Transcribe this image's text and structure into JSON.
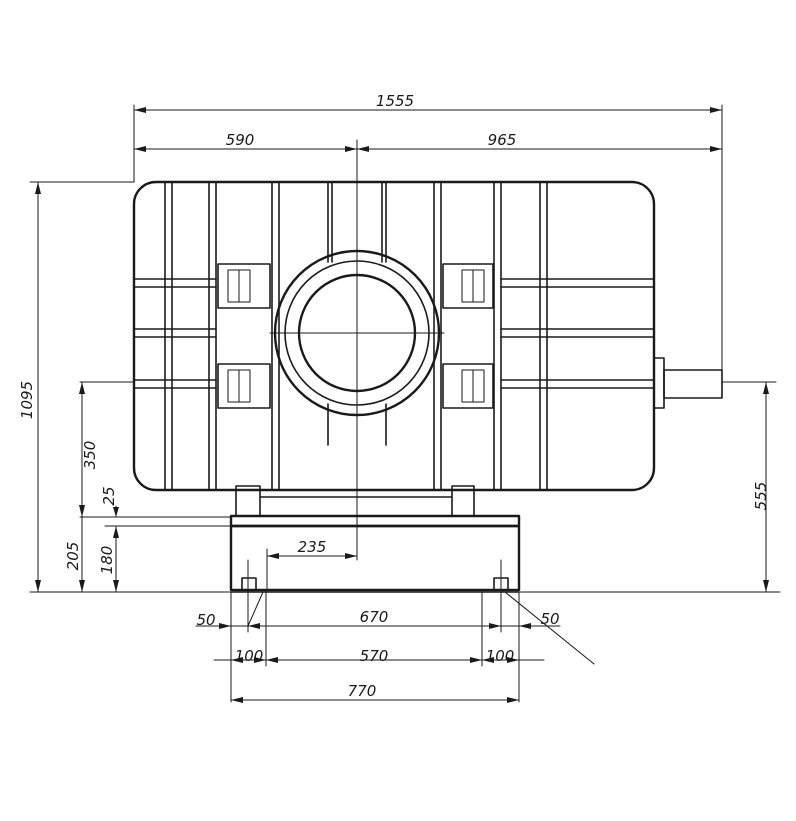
{
  "drawing": {
    "colors": {
      "ink": "#1a1a1a",
      "paper": "#ffffff"
    },
    "dimensions": {
      "overall_length": "1555",
      "left_to_center": "590",
      "center_to_right": "965",
      "overall_height": "1095",
      "shaft_height": "350",
      "base_to_center": "555",
      "foot_gap": "25",
      "base_height_total": "205",
      "base_height": "180",
      "bolt_to_center": "235",
      "edge_left": "50",
      "edge_right": "50",
      "bolt_spacing": "670",
      "pad_left": "100",
      "inner_span": "570",
      "pad_right": "100",
      "base_width": "770"
    }
  }
}
